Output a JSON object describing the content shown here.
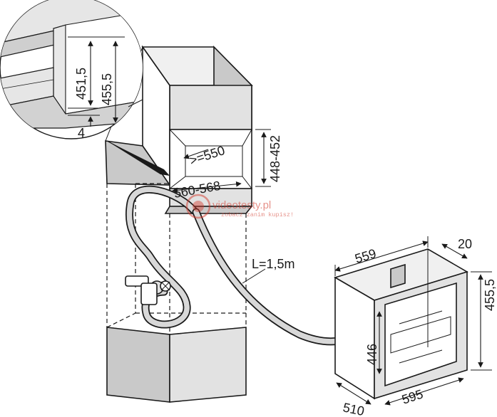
{
  "labels": {
    "d_451_5": "451,5",
    "d_455_5_zoom": "455,5",
    "d_4": "4",
    "d_448_452": "448-452",
    "d_550": ">=550",
    "d_560_568": "560-568",
    "d_hose": "L=1,5m",
    "d_559": "559",
    "d_20": "20",
    "d_455_5": "455,5",
    "d_446": "446",
    "d_510": "510",
    "d_595": "595"
  },
  "watermark": {
    "brand": "videotesty.pl",
    "tagline": "zobacz zanim kupisz!"
  },
  "colors": {
    "line": "#1a1a1a",
    "watermark": "#d23a2c"
  }
}
